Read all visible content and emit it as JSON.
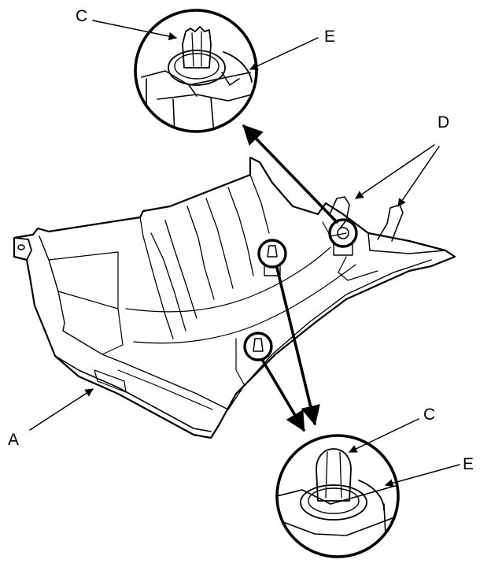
{
  "labels": {
    "a": "A",
    "c_top": "C",
    "c_bottom": "C",
    "d": "D",
    "e_top": "E",
    "e_bottom": "E"
  }
}
